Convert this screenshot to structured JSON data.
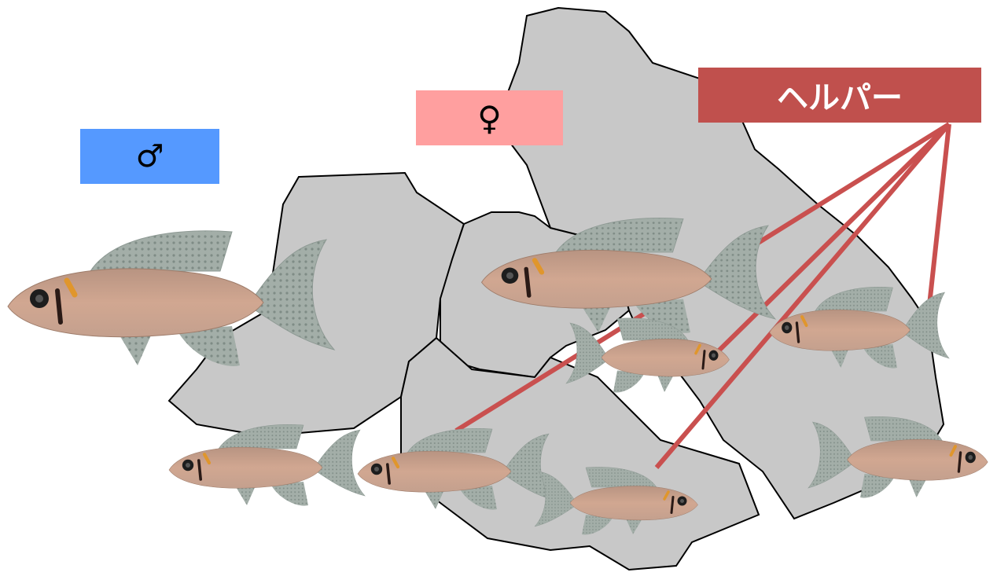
{
  "labels": {
    "male": "♂",
    "female": "♀",
    "helper": "ヘルパー"
  },
  "colors": {
    "male_box": "#5599ff",
    "female_box": "#ff9f9f",
    "helper_box": "#c0504d",
    "helper_lines": "#c9504f",
    "rock_fill": "#c8c8c8",
    "rock_stroke": "#000000",
    "fish_body": "#c9a18b",
    "fish_fin": "#9aa6a0"
  },
  "fish": [
    {
      "role": "male",
      "facing": "left"
    },
    {
      "role": "female",
      "facing": "left"
    },
    {
      "role": "helper",
      "facing": "left"
    },
    {
      "role": "helper",
      "facing": "right"
    },
    {
      "role": "helper",
      "facing": "left"
    },
    {
      "role": "helper",
      "facing": "left"
    },
    {
      "role": "helper",
      "facing": "right"
    },
    {
      "role": "helper",
      "facing": "right"
    }
  ]
}
